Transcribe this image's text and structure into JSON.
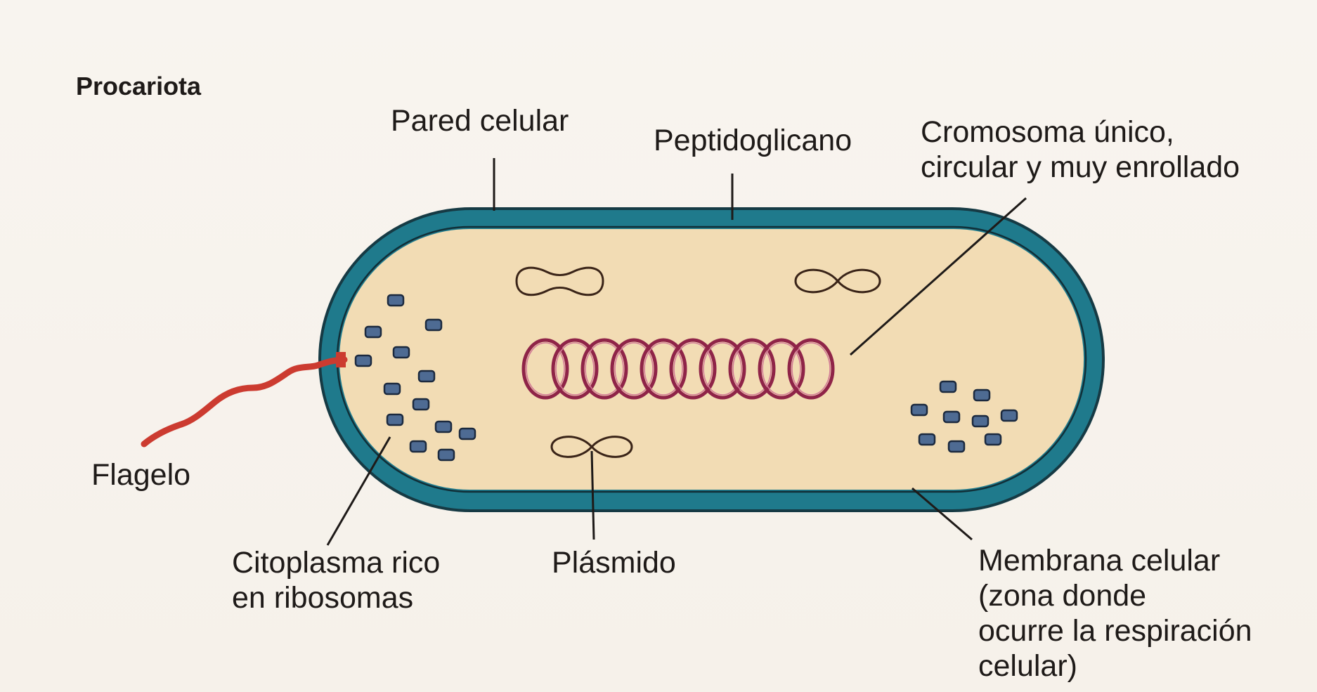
{
  "diagram": {
    "title": "Procariota",
    "labels": {
      "pared_celular": "Pared celular",
      "peptidoglicano": "Peptidoglicano",
      "cromosoma": [
        "Cromosoma único,",
        "circular y muy enrollado"
      ],
      "flagelo": "Flagelo",
      "citoplasma": [
        "Citoplasma rico",
        "en ribosomas"
      ],
      "plasmido": "Plásmido",
      "membrana": [
        "Membrana celular",
        "(zona donde",
        "ocurre la respiración",
        "celular)"
      ]
    },
    "colors": {
      "background": "#f7f3ee",
      "cell_wall": "#1f7a8c",
      "cell_outline": "#163a44",
      "cytoplasm": "#f2dcb4",
      "flagellum": "#cc3b30",
      "ribosome": "#4e6b93",
      "chromosome": "#8f2448",
      "plasmid": "#3a2418"
    }
  }
}
